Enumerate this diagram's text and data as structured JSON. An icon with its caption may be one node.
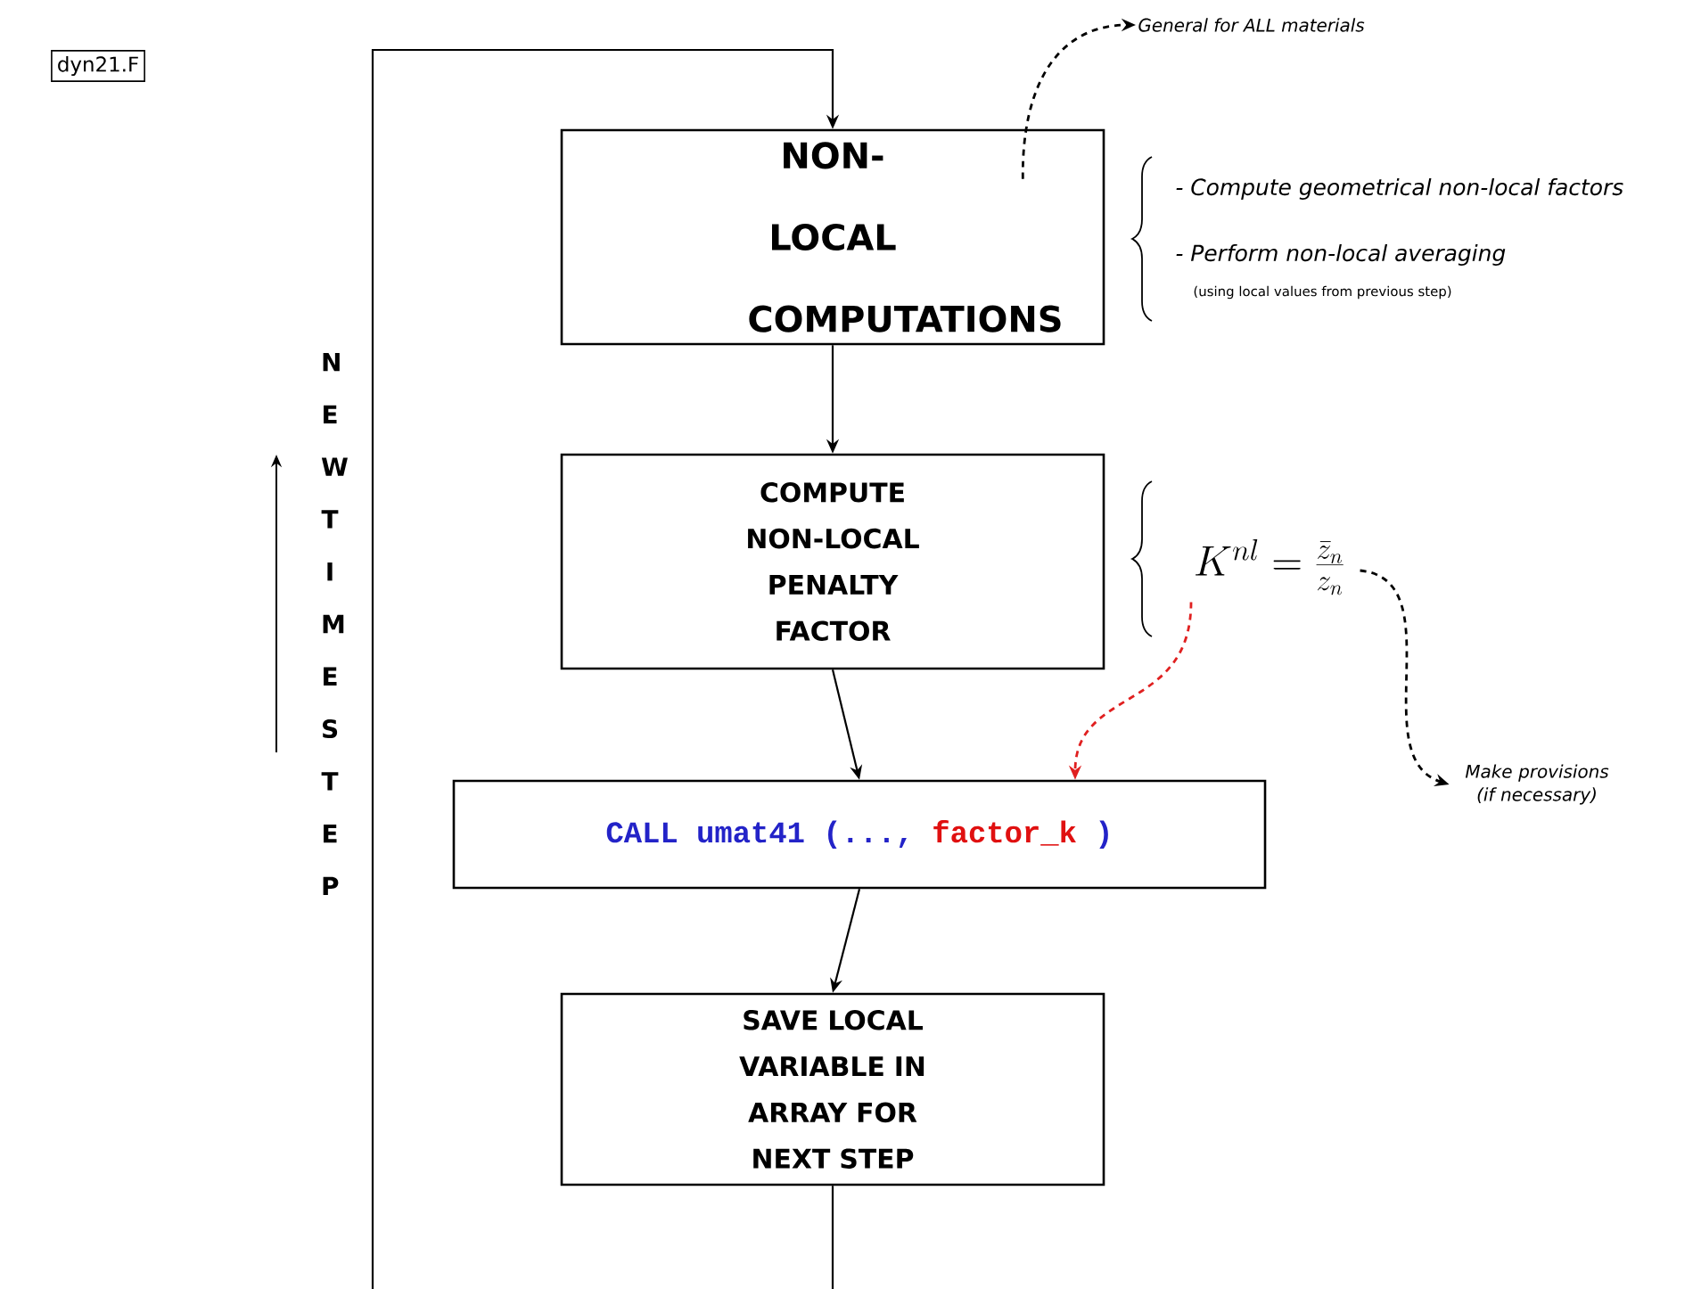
{
  "diagram": {
    "nodes": [
      {
        "text": [
          "dyn21.F"
        ]
      },
      {
        "text": [
          "NON-LOCAL COMPUTATIONS"
        ],
        "beside": [
          "- Compute geometrical non-local factors",
          "- Perform non-local averaging",
          "(using local values from previous step)"
        ]
      },
      {
        "text": [
          "COMPUTE NON-LOCAL PENALTY FACTOR"
        ]
      },
      {
        "text": [
          "CALL umat41 (...,",
          "factor_k",
          ")"
        ]
      },
      {
        "text": [
          "SAVE LOCAL VARIABLE IN ARRAY FOR NEXT STEP"
        ]
      },
      {
        "text": [
          "General for ALL materials"
        ]
      },
      {
        "text": [
          "K^{nl} = \\frac{\\bar{z}_n}{z_n}"
        ]
      },
      {
        "text": [
          "Make provisions (if necessary)"
        ]
      }
    ],
    "edges": [
      {
        "from": 1,
        "to": 2,
        "arrow": "to"
      },
      {
        "from": 2,
        "to": 3,
        "arrow": "to"
      },
      {
        "from": 3,
        "to": 4,
        "arrow": "to"
      },
      {
        "from": 4,
        "to": 1,
        "arrow": "to"
      },
      {
        "from": 1,
        "to": 5,
        "arrow": "to",
        "style": "dashed"
      },
      {
        "from": 6,
        "to": 3,
        "arrow": "to",
        "style": "dashed",
        "color": "#e02020"
      },
      {
        "from": 6,
        "to": 7,
        "arrow": "to",
        "style": "dashed"
      }
    ],
    "labels": [
      "NEW TIME STEP"
    ]
  }
}
